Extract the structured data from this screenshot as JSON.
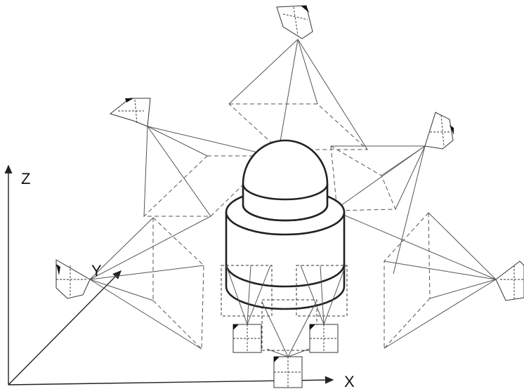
{
  "axes": {
    "x_label": "X",
    "y_label": "Y",
    "z_label": "Z"
  },
  "colors": {
    "line": "#555555",
    "outline": "#222222",
    "background": "#ffffff"
  }
}
